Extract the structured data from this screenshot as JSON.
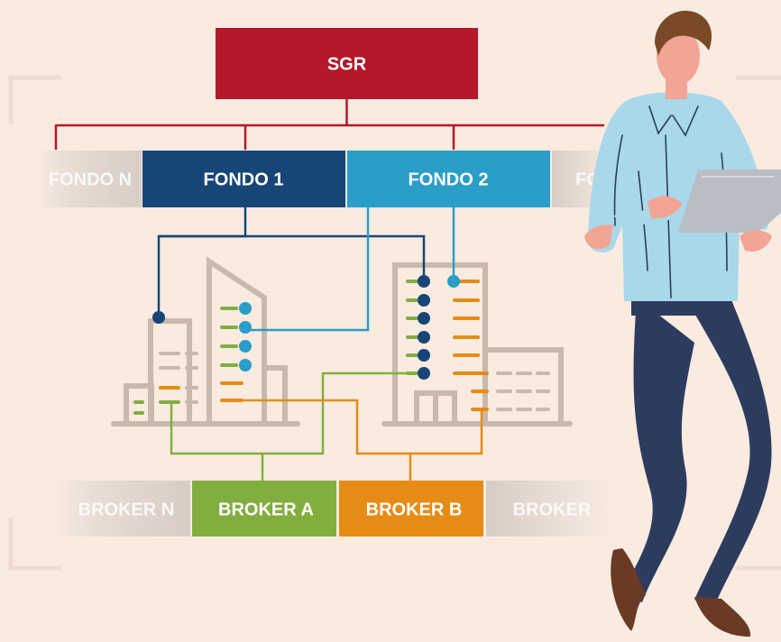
{
  "colors": {
    "background": "#f9ebe0",
    "sgr": "#b3182d",
    "fondo_1": "#174676",
    "fondo_2": "#2a9dc8",
    "broker_a": "#82ad3f",
    "broker_b": "#e68b14",
    "faded_box": "#d8cdc6",
    "building": "#c9b8ab",
    "shirt": "#a8d8ea",
    "jeans": "#2d3c5e",
    "skin": "#f2a594",
    "hair": "#7a4a26",
    "shoes": "#6b3a24",
    "tablet": "#b9bec4"
  },
  "diagram": {
    "sgr": {
      "label": "SGR"
    },
    "fondos": [
      {
        "label": "FONDO N",
        "style": "faded"
      },
      {
        "label": "FONDO 1",
        "style": "fondo_1"
      },
      {
        "label": "FONDO 2",
        "style": "fondo_2"
      },
      {
        "label": "FO",
        "style": "faded"
      }
    ],
    "brokers": [
      {
        "label": "BROKER N",
        "style": "faded"
      },
      {
        "label": "BROKER A",
        "style": "broker_a"
      },
      {
        "label": "BROKER B",
        "style": "broker_b"
      },
      {
        "label": "BROKER",
        "style": "faded"
      }
    ]
  },
  "illustration": {
    "subject": "man-with-tablet",
    "icons": [
      "office-building-icon",
      "office-building-icon"
    ]
  }
}
